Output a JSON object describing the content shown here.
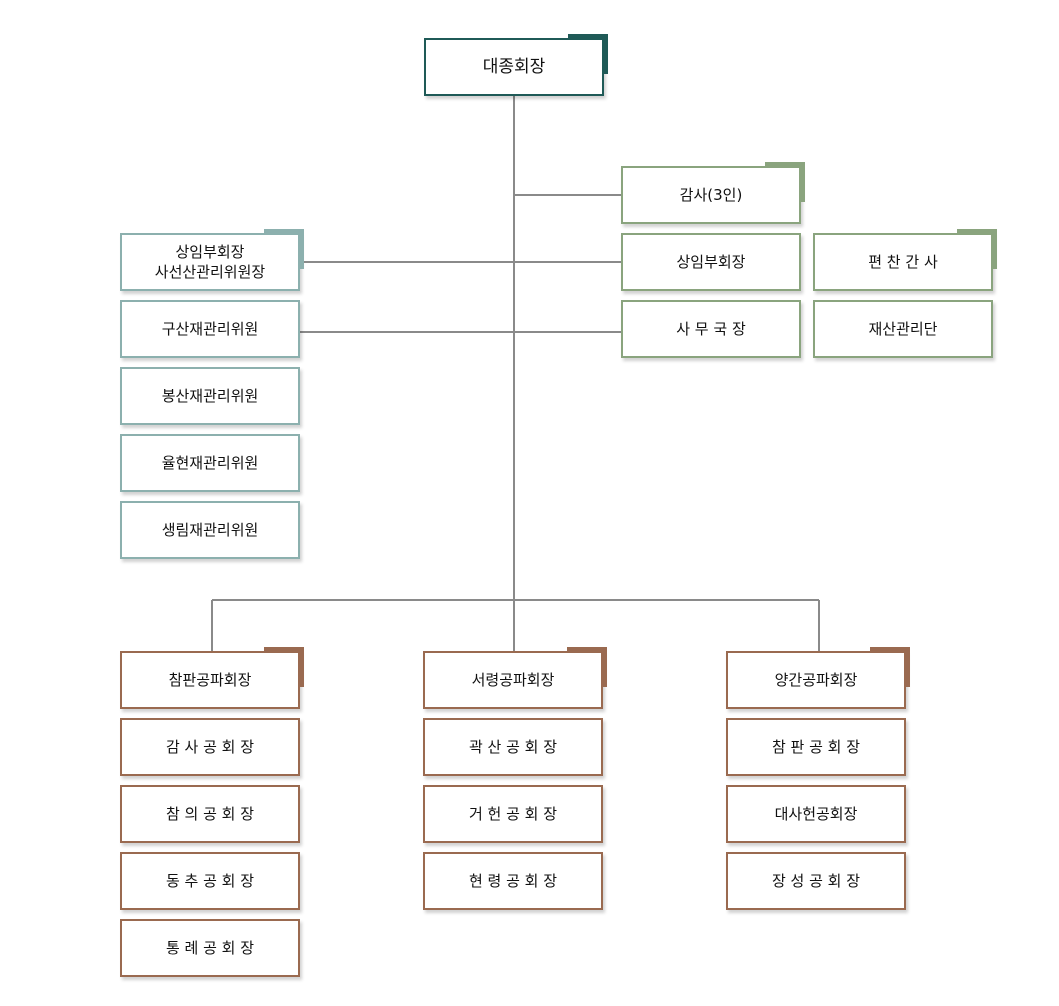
{
  "top": {
    "label": "대종회장"
  },
  "right_column": {
    "audit": "감사(3인)",
    "vice_president": "상임부회장",
    "secretariat": "사 무 국 장",
    "editor": "편 찬 간 사",
    "property_group": "재산관리단"
  },
  "left_column": {
    "vice_president_head": "상임부회장\n사선산관리위원장",
    "committees": [
      "구산재관리위원",
      "봉산재관리위원",
      "율현재관리위원",
      "생림재관리위원"
    ]
  },
  "branches": [
    {
      "head": "참판공파회장",
      "members": [
        "감 사 공 회 장",
        "참 의 공 회 장",
        "동 추 공 회 장",
        "통 례 공 회 장"
      ]
    },
    {
      "head": "서령공파회장",
      "members": [
        "곽 산 공 회 장",
        "거 헌 공 회 장",
        "현 령 공 회 장"
      ]
    },
    {
      "head": "양간공파회장",
      "members": [
        "참 판 공 회 장",
        "대사헌공회장",
        "장 성 공 회 장"
      ]
    }
  ]
}
